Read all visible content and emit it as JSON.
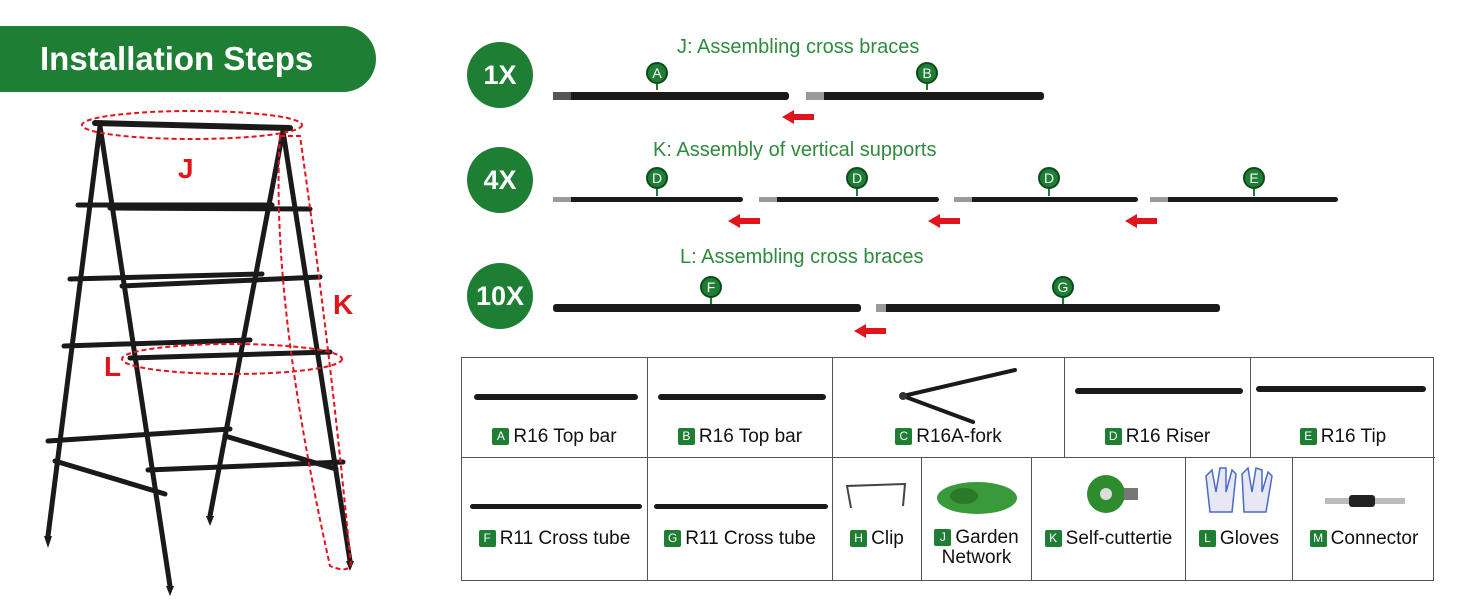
{
  "header": {
    "title": "Installation Steps"
  },
  "diagram": {
    "labels": {
      "j": "J",
      "k": "K",
      "l": "L"
    }
  },
  "steps": [
    {
      "count": "1X",
      "title": "J: Assembling cross braces",
      "parts": [
        "A",
        "B"
      ]
    },
    {
      "count": "4X",
      "title": "K: Assembly of vertical supports",
      "parts": [
        "D",
        "D",
        "D",
        "E"
      ]
    },
    {
      "count": "10X",
      "title": "L: Assembling cross braces",
      "parts": [
        "F",
        "G"
      ]
    }
  ],
  "parts_list": [
    {
      "letter": "A",
      "name": "R16 Top bar"
    },
    {
      "letter": "B",
      "name": "R16 Top bar"
    },
    {
      "letter": "C",
      "name": "R16A-fork"
    },
    {
      "letter": "D",
      "name": "R16 Riser"
    },
    {
      "letter": "E",
      "name": "R16 Tip"
    },
    {
      "letter": "F",
      "name": "R11 Cross tube"
    },
    {
      "letter": "G",
      "name": "R11 Cross tube"
    },
    {
      "letter": "H",
      "name": "Clip"
    },
    {
      "letter": "J",
      "name": "Garden",
      "name2": "Network"
    },
    {
      "letter": "K",
      "name": "Self-cuttertie"
    },
    {
      "letter": "L",
      "name": "Gloves"
    },
    {
      "letter": "M",
      "name": "Connector"
    }
  ],
  "colors": {
    "brand_green": "#1e7e34",
    "title_green": "#2f8a3e",
    "arrow_red": "#e0141b",
    "callout_red": "#e0141b"
  }
}
